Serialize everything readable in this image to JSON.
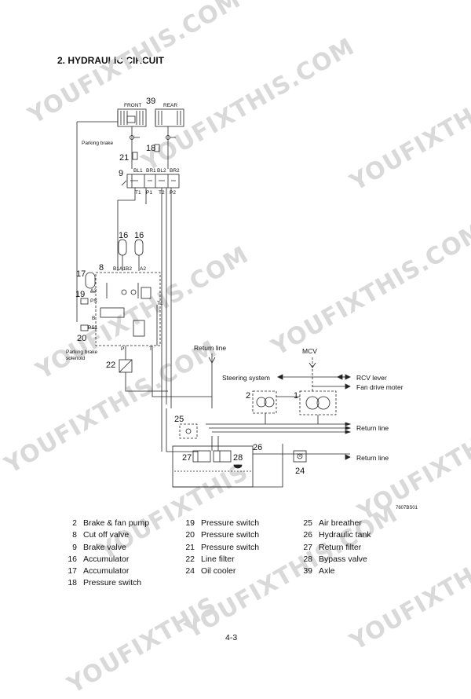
{
  "header": {
    "title": "2. HYDRAULIC CIRCUIT"
  },
  "watermarks": [
    "YOUFIXTHIS.COM",
    "YOUFIXTHIS.COM",
    "YOUFIXTHIS",
    "YOUFIXTHIS.COM",
    "YOUFIXTHIS.COM",
    "YOUFIXTHIS.COM",
    "YOUFIXTHIS",
    "YOUFIXTHIS",
    "YOUFIXTHIS.COM",
    "YOUFIXTHIS.COM",
    "YOUFIXTHIS"
  ],
  "diagram": {
    "front": "FRONT",
    "rear": "REAR",
    "n39": "39",
    "parking_brake": "Parking brake",
    "n18": "18",
    "n21": "21",
    "n9": "9",
    "bl1": "BL1",
    "br1": "BR1",
    "bl2": "BL2",
    "br2": "BR2",
    "t1": "T1",
    "p1": "P1",
    "t2": "T2",
    "p2": "P2",
    "n16a": "16",
    "n16b": "16",
    "n8": "8",
    "n17": "17",
    "b1": "B1",
    "a1": "A1",
    "b2": "B2",
    "a2": "A2",
    "n19": "19",
    "a3": "A3",
    "ps": "PS",
    "b": "B",
    "ps1": "PS1",
    "n20": "20",
    "t1b": "T1",
    "p": "P",
    "t": "T",
    "pb_sol_1": "Parking brake",
    "pb_sol_2": "solenoid",
    "n22": "22",
    "return_line_top": "Return line",
    "mcv": "MCV",
    "steering": "Steering system",
    "rcv": "RCV lever",
    "fan": "Fan drive moter",
    "n2": "2",
    "n1": "1",
    "n25": "25",
    "return_line_mid": "Return line",
    "n26": "26",
    "n27": "27",
    "n28": "28",
    "return_line_low": "Return line",
    "n24": "24"
  },
  "drawing_code": "7607BS01",
  "legend": {
    "col1": [
      {
        "num": "2",
        "text": "Brake & fan pump"
      },
      {
        "num": "8",
        "text": "Cut off valve"
      },
      {
        "num": "9",
        "text": "Brake valve"
      },
      {
        "num": "16",
        "text": "Accumulator"
      },
      {
        "num": "17",
        "text": "Accumulator"
      },
      {
        "num": "18",
        "text": "Pressure switch"
      }
    ],
    "col2": [
      {
        "num": "19",
        "text": "Pressure switch"
      },
      {
        "num": "20",
        "text": "Pressure switch"
      },
      {
        "num": "21",
        "text": "Pressure switch"
      },
      {
        "num": "22",
        "text": "Line filter"
      },
      {
        "num": "24",
        "text": "Oil cooler"
      }
    ],
    "col3": [
      {
        "num": "25",
        "text": "Air breather"
      },
      {
        "num": "26",
        "text": "Hydraulic tank"
      },
      {
        "num": "27",
        "text": "Return filter"
      },
      {
        "num": "28",
        "text": "Bypass valve"
      },
      {
        "num": "39",
        "text": "Axle"
      }
    ]
  },
  "page_number": "4-3"
}
